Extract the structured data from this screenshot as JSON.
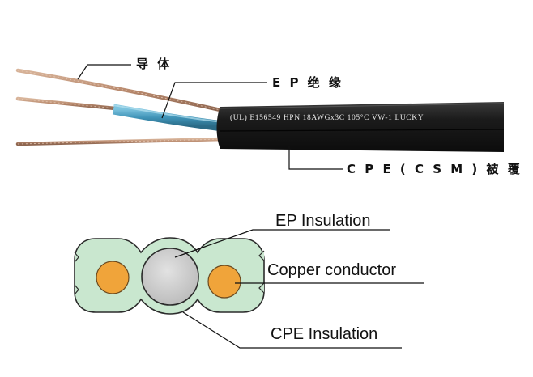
{
  "product_photo": {
    "jacket_print": "(UL)  E156549   HPN   18AWGx3C   105°C   VW-1   LUCKY",
    "labels": {
      "conductor": "导 体",
      "ep_insulation": "E P 绝 缘",
      "cpe_jacket": "C P E ( C S M ) 被 覆"
    }
  },
  "cross_section": {
    "labels": {
      "ep_insulation": "EP Insulation",
      "copper_conductor": "Copper conductor",
      "cpe_insulation": "CPE Insulation"
    }
  },
  "colors": {
    "jacket": "#1b1b1b",
    "ep_blue": "#3f93b7",
    "copper": "#b98a6e",
    "cpe_green": "#c9e7cf",
    "conductor_orange": "#f0a43a",
    "center_grey": "#c9c9c9"
  }
}
